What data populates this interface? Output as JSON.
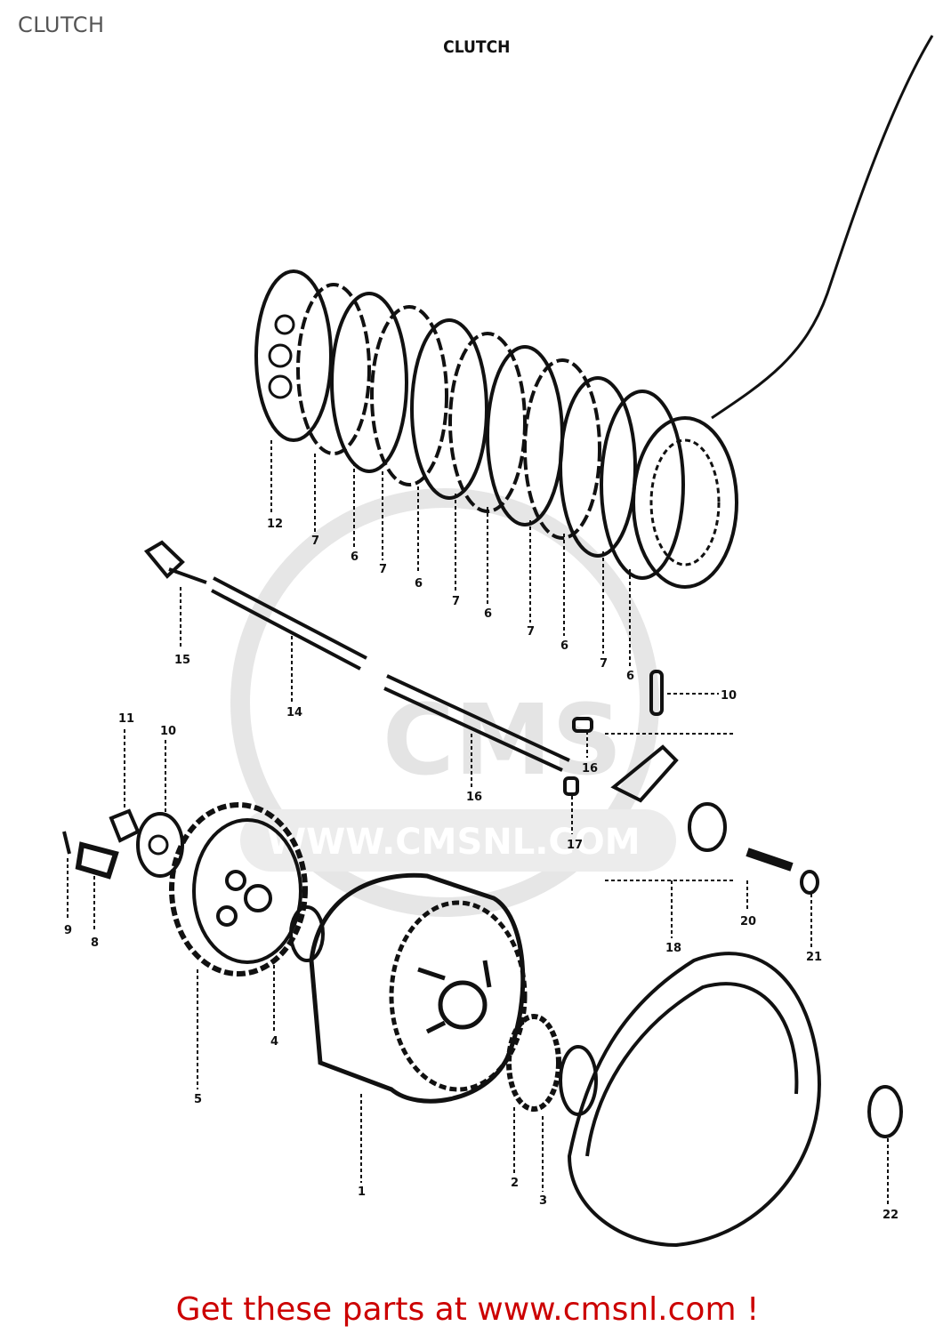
{
  "header": {
    "page_title": "CLUTCH"
  },
  "diagram": {
    "title": "CLUTCH",
    "watermark": {
      "logo_text": "CMS",
      "url_text": "WWW.CMSNL.COM"
    },
    "callouts": [
      "12",
      "7",
      "6",
      "7",
      "6",
      "7",
      "6",
      "7",
      "6",
      "7",
      "6",
      "15",
      "14",
      "10",
      "16",
      "16",
      "17",
      "11",
      "10",
      "9",
      "8",
      "5",
      "4",
      "1",
      "2",
      "3",
      "18",
      "20",
      "21",
      "22"
    ]
  },
  "footer": {
    "link_text": "Get these parts at www.cmsnl.com !"
  },
  "colors": {
    "link": "#cc0000",
    "ink": "#111111",
    "watermark": "#e6e6e6"
  }
}
